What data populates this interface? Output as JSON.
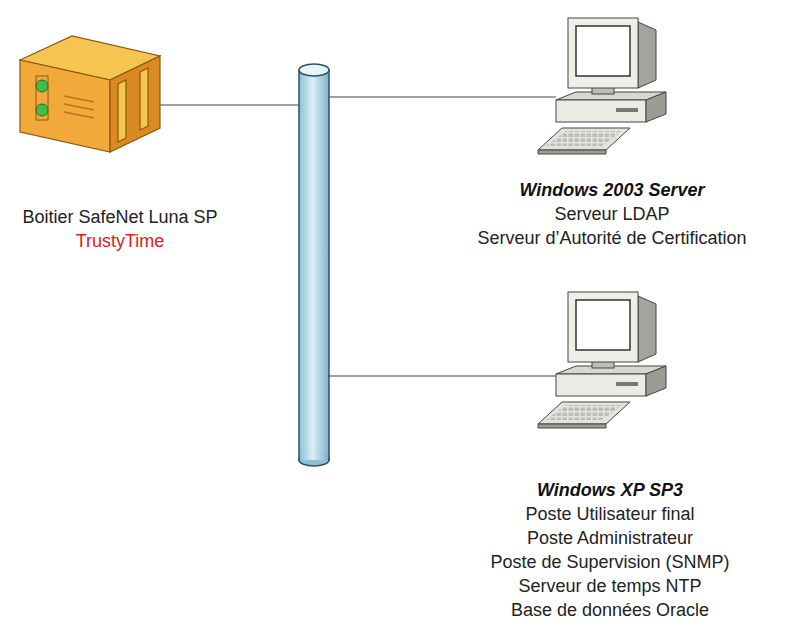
{
  "diagram": {
    "nodes": [
      {
        "text": [
          "Boitier SafeNet Luna SP",
          "TrustyTime"
        ]
      },
      {
        "text": [
          "Windows 2003 Server",
          "Serveur LDAP",
          "Serveur d’Autorité de Certification"
        ]
      },
      {
        "text": [
          "Windows XP SP3",
          "Poste Utilisateur final",
          "Poste Administrateur",
          "Poste de Supervision (SNMP)",
          "Serveur de temps NTP",
          "Base de données Oracle"
        ]
      }
    ]
  }
}
